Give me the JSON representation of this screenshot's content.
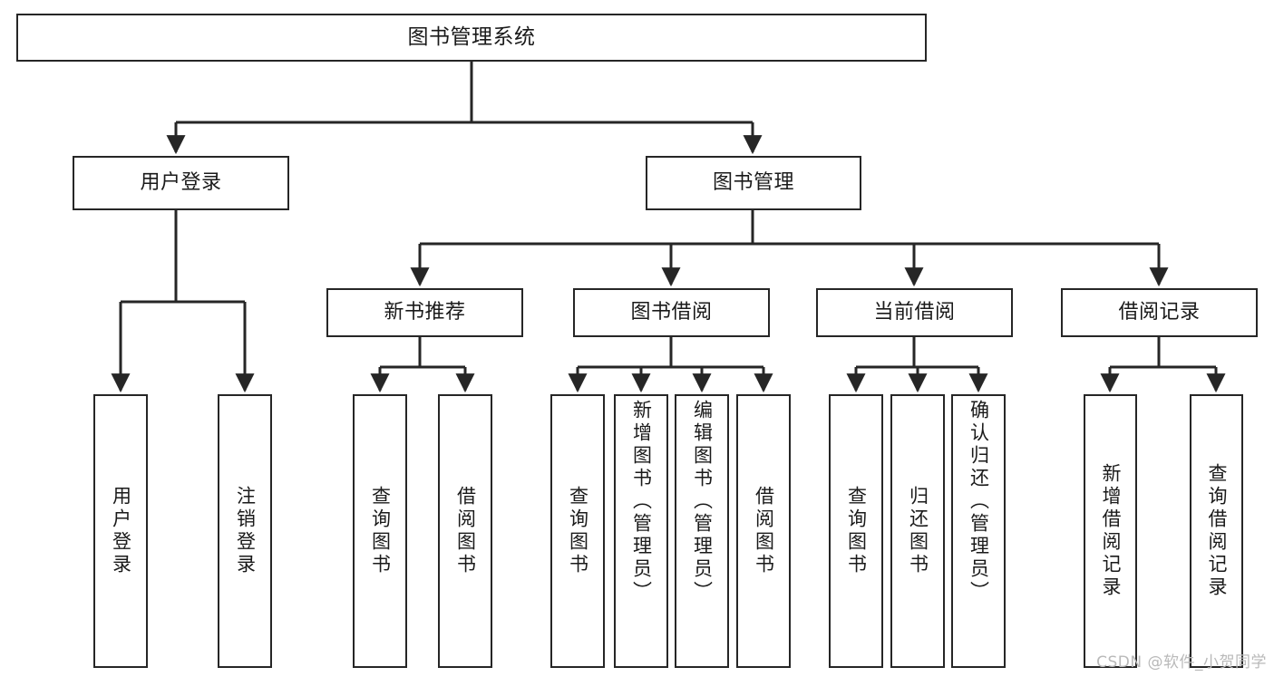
{
  "diagram": {
    "title": "图书管理系统",
    "watermark": "CSDN @软件_小贺同学",
    "colors": {
      "box_border": "#262626",
      "box_fill": "#ffffff",
      "edge": "#262626",
      "text": "#1a1a1a",
      "watermark": "#b9b9b9"
    },
    "nodes": {
      "root": {
        "label": "图书管理系统"
      },
      "level2": [
        {
          "label": "用户登录"
        },
        {
          "label": "图书管理"
        }
      ],
      "level3": [
        {
          "label": "新书推荐"
        },
        {
          "label": "图书借阅"
        },
        {
          "label": "当前借阅"
        },
        {
          "label": "借阅记录"
        }
      ],
      "leaves": [
        {
          "label": "用户登录"
        },
        {
          "label": "注销登录"
        },
        {
          "label": "查询图书"
        },
        {
          "label": "借阅图书"
        },
        {
          "label": "查询图书"
        },
        {
          "label": "新增图书（管理员）"
        },
        {
          "label": "编辑图书（管理员）"
        },
        {
          "label": "借阅图书"
        },
        {
          "label": "查询图书"
        },
        {
          "label": "归还图书"
        },
        {
          "label": "确认归还（管理员）"
        },
        {
          "label": "新增借阅记录"
        },
        {
          "label": "查询借阅记录"
        }
      ]
    }
  }
}
